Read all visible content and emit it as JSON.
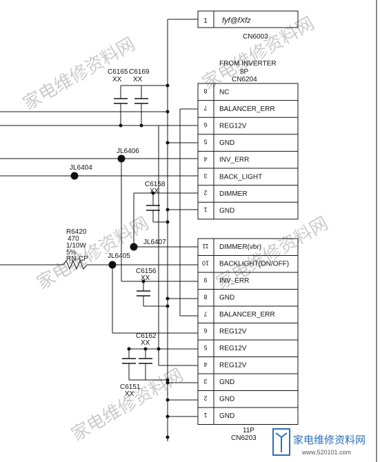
{
  "top_connector": {
    "pin": "1",
    "label": "fyf@fXfz",
    "name": "CN6003"
  },
  "cn6204": {
    "header": "FROM INVERTER",
    "pins_label": "8P",
    "name": "CN6204",
    "rows": [
      {
        "pin": "8",
        "label": "NC"
      },
      {
        "pin": "7",
        "label": "BALANCER_ERR"
      },
      {
        "pin": "6",
        "label": "REG12V"
      },
      {
        "pin": "5",
        "label": "GND"
      },
      {
        "pin": "4",
        "label": "INV_ERR"
      },
      {
        "pin": "3",
        "label": "BACK_LIGHT"
      },
      {
        "pin": "2",
        "label": "DIMMER"
      },
      {
        "pin": "1",
        "label": "GND"
      }
    ]
  },
  "cn6203": {
    "pins_label": "11P",
    "name": "CN6203",
    "rows": [
      {
        "pin": "11",
        "label": "DIMMER(vbr)"
      },
      {
        "pin": "10",
        "label": "BACKLIGHT(ON/OFF)"
      },
      {
        "pin": "9",
        "label": "INV_ERR"
      },
      {
        "pin": "8",
        "label": "GND"
      },
      {
        "pin": "7",
        "label": "BALANCER_ERR"
      },
      {
        "pin": "6",
        "label": "REG12V"
      },
      {
        "pin": "5",
        "label": "REG12V"
      },
      {
        "pin": "4",
        "label": "REG12V"
      },
      {
        "pin": "3",
        "label": "GND"
      },
      {
        "pin": "2",
        "label": "GND"
      },
      {
        "pin": "1",
        "label": "GND"
      }
    ]
  },
  "capacitors": {
    "c6165": {
      "ref": "C6165",
      "value": "XX"
    },
    "c6169": {
      "ref": "C6169",
      "value": "XX"
    },
    "c6158": {
      "ref": "C6158",
      "value": "XX"
    },
    "c6156": {
      "ref": "C6156",
      "value": "XX"
    },
    "c6162": {
      "ref": "C6162",
      "value": "XX"
    },
    "c6151": {
      "ref": "C6151",
      "value": "XX"
    }
  },
  "jumpers": {
    "jl6404": "JL6404",
    "jl6405": "JL6405",
    "jl6406": "JL6406",
    "jl6407": "JL6407"
  },
  "resistor": {
    "ref": "R6420",
    "value": "470",
    "power": "1/10W",
    "tolerance": "5%",
    "type": "RN-CP"
  },
  "watermark": {
    "brand": "家电维修资料网",
    "url": "www.520101.com"
  },
  "colors": {
    "line": "#111111",
    "watermark": "#7a8a96",
    "logo": "#2a6fb5"
  }
}
